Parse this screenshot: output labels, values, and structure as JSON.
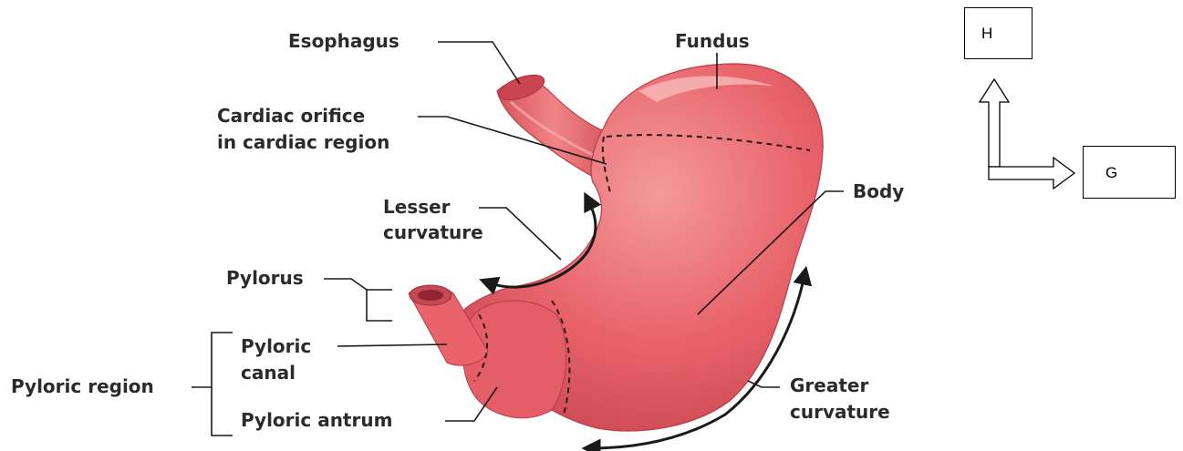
{
  "labels": {
    "esophagus": "Esophagus",
    "fundus": "Fundus",
    "cardiac_1": "Cardiac orifice",
    "cardiac_2": "in cardiac region",
    "body": "Body",
    "lesser_1": "Lesser",
    "lesser_2": "curvature",
    "pylorus": "Pylorus",
    "pyloric_region": "Pyloric region",
    "pyloric_canal_1": "Pyloric",
    "pyloric_canal_2": "canal",
    "pyloric_antrum": "Pyloric antrum",
    "greater_1": "Greater",
    "greater_2": "curvature"
  },
  "axes": {
    "vertical_label": "H",
    "horizontal_label": "G"
  },
  "colors": {
    "stomach_fill": "#e8636a",
    "stomach_highlight": "#f4a3a3",
    "stomach_shadow": "#c73f4a",
    "text": "#2b2b2b",
    "leader_lines": "#1a1a1a"
  }
}
